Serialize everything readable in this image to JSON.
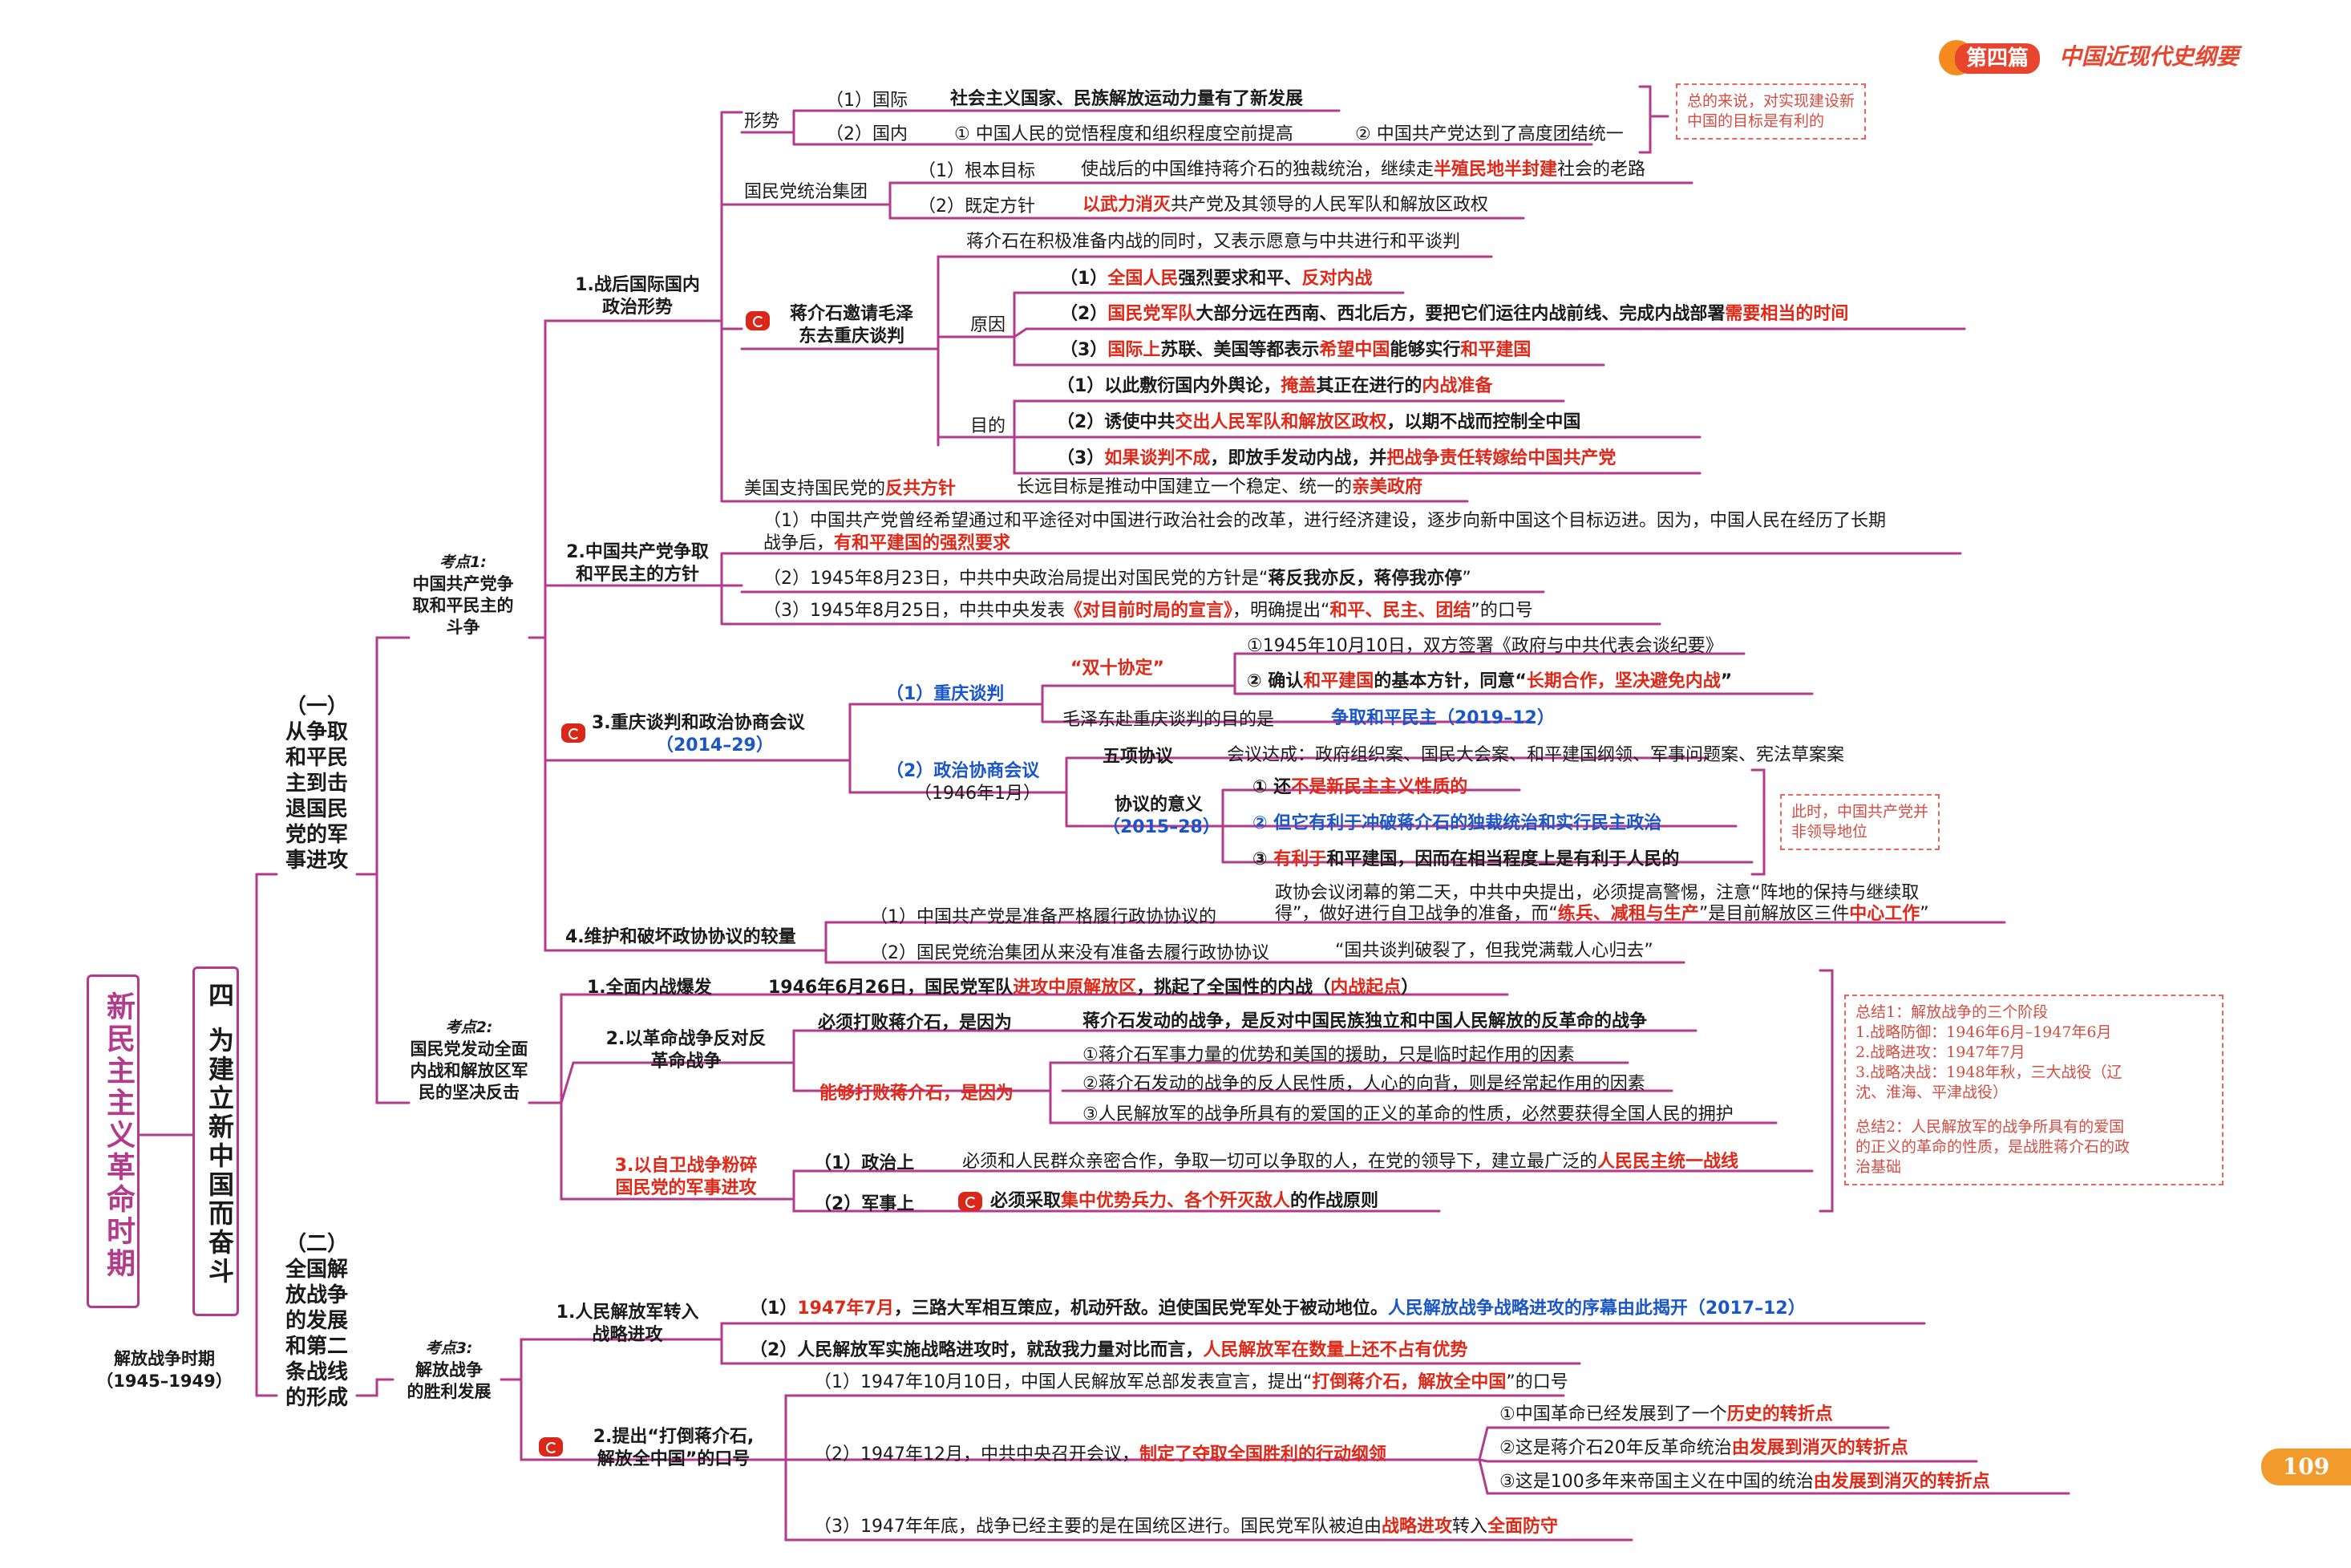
{
  "header": {
    "book_tag": "第四篇",
    "book_title": "中国近现代史纲要"
  },
  "page_number": "109",
  "colors": {
    "branch": "#b43a8c",
    "emphasis_red": "#e02818",
    "emphasis_blue": "#1a56c8",
    "note_border": "#e8665c",
    "accent_orange": "#f39a2c"
  },
  "root": {
    "title": "新民主主义革命时期"
  },
  "chapter": {
    "num": "四",
    "title": "为建立新中国而奋斗"
  },
  "period": {
    "line1": "解放战争时期",
    "line2": "（1945–1949）"
  },
  "sections": {
    "s1": "（一）从争取和平民主到击退国民党的军事进攻",
    "s2": "（二）全国解放战争的发展和第二条战线的形成"
  },
  "kaodian": {
    "k1": {
      "tag": "考点1:",
      "text": [
        "中国共产党争",
        "取和平民主的",
        "斗争"
      ]
    },
    "k2": {
      "tag": "考点2:",
      "text": [
        "国民党发动全面",
        "内战和解放区军",
        "民的坚决反击"
      ]
    },
    "k3": {
      "tag": "考点3:",
      "text": [
        "解放战争",
        "的胜利发展"
      ]
    }
  },
  "topics": {
    "t1": [
      "1.战后国际国内",
      "政治形势"
    ],
    "t2": [
      "2.中国共产党争取",
      "和平民主的方针"
    ],
    "t3": "3.重庆谈判和政治协商会议",
    "t3_year": "（2014–29）",
    "t4": "4.维护和破坏政协协议的较量",
    "t5": "1.全面内战爆发",
    "t6": [
      "2.以革命战争反对反",
      "革命战争"
    ],
    "t7": [
      "3.以自卫战争粉碎",
      "国民党的军事进攻"
    ],
    "t8": [
      "1.人民解放军转入",
      "战略进攻"
    ],
    "t9": [
      "2.提出“打倒蒋介石,",
      "解放全中国”的口号"
    ]
  },
  "items": {
    "xingshi": "形势",
    "guoji_label": "（1）国际",
    "guoji_text": "社会主义国家、民族解放运动力量有了新发展",
    "guonei_label": "（2）国内",
    "guonei_text1": "① 中国人民的觉悟程度和组织程度空前提高",
    "guonei_text2": "② 中国共产党达到了高度团结统一",
    "gmd_group": "国民党统治集团",
    "gmd1_label": "（1）根本目标",
    "gmd1_text": [
      {
        "t": "使战后的中国维持蒋介石的独裁统治，继续走"
      },
      {
        "t": "半殖民地半封建",
        "c": "red"
      },
      {
        "t": "社会的老路"
      }
    ],
    "gmd2_label": "（2）既定方针",
    "gmd2_text": [
      {
        "t": "以武力消灭",
        "c": "red"
      },
      {
        "t": "共产党及其领导的人民军队和解放区政权"
      }
    ],
    "invite": [
      "蒋介石邀请毛泽",
      "东去重庆谈判"
    ],
    "invite_intro": "蒋介石在积极准备内战的同时，又表示愿意与中共进行和平谈判",
    "yuanyin": "原因",
    "yy1": [
      {
        "t": "（1）"
      },
      {
        "t": "全国人民",
        "c": "red"
      },
      {
        "t": "强烈要求和平、"
      },
      {
        "t": "反对内战",
        "c": "red"
      }
    ],
    "yy2": [
      {
        "t": "（2）"
      },
      {
        "t": "国民党军队",
        "c": "red"
      },
      {
        "t": "大部分远在西南、西北后方，要把它们运往内战前线、完成内战部署"
      },
      {
        "t": "需要相当的时间",
        "c": "red"
      }
    ],
    "yy3": [
      {
        "t": "（3）"
      },
      {
        "t": "国际上",
        "c": "red"
      },
      {
        "t": "苏联、美国等都表示"
      },
      {
        "t": "希望中国",
        "c": "red"
      },
      {
        "t": "能够实行"
      },
      {
        "t": "和平建国",
        "c": "red"
      }
    ],
    "mudi": "目的",
    "md1": [
      {
        "t": "（1）以此敷衍国内外舆论，"
      },
      {
        "t": "掩盖",
        "c": "red"
      },
      {
        "t": "其正在进行的"
      },
      {
        "t": "内战准备",
        "c": "red"
      }
    ],
    "md2": [
      {
        "t": "（2）诱使中共"
      },
      {
        "t": "交出人民军队和解放区政权",
        "c": "red"
      },
      {
        "t": "，以期不战而控制全中国"
      }
    ],
    "md3": [
      {
        "t": "（3）"
      },
      {
        "t": "如果谈判不成",
        "c": "red"
      },
      {
        "t": "，即放手发动内战，并"
      },
      {
        "t": "把战争责任转嫁给中国共产党",
        "c": "red"
      }
    ],
    "us_support": [
      {
        "t": "美国支持国民党的"
      },
      {
        "t": "反共方针",
        "c": "red"
      }
    ],
    "us_goal": [
      {
        "t": "长远目标是推动中国建立一个稳定、统一的"
      },
      {
        "t": "亲美政府",
        "c": "red"
      }
    ],
    "ccp1_line1": "（1）中国共产党曾经希望通过和平途径对中国进行政治社会的改革，进行经济建设，逐步向新中国这个目标迈进。因为，中国人民在经历了长期",
    "ccp1_line2": [
      {
        "t": "战争后，"
      },
      {
        "t": "有和平建国的强烈要求",
        "c": "red"
      }
    ],
    "ccp2": [
      {
        "t": "（2）1945年8月23日，中共中央政治局提出对国民党的方针是“"
      },
      {
        "t": "蒋反我亦反，蒋停我亦停",
        "c": "bold"
      },
      {
        "t": "”"
      }
    ],
    "ccp3": [
      {
        "t": "（3）1945年8月25日，中共中央发表"
      },
      {
        "t": "《对目前时局的宣言》",
        "c": "red"
      },
      {
        "t": "，明确提出“"
      },
      {
        "t": "和平、民主、团结",
        "c": "red"
      },
      {
        "t": "”的口号"
      }
    ],
    "cq_label": "（1）重庆谈判",
    "sdxd": "“双十协定”",
    "sd1": "①1945年10月10日，双方签署《政府与中共代表会谈纪要》",
    "sd2": [
      {
        "t": "② 确认"
      },
      {
        "t": "和平建国",
        "c": "red"
      },
      {
        "t": "的基本方针，同意“"
      },
      {
        "t": "长期合作，坚决避免内战",
        "c": "red"
      },
      {
        "t": "”"
      }
    ],
    "mao_goal": "毛泽东赴重庆谈判的目的是",
    "mao_goal_val": "争取和平民主（2019–12）",
    "zx_label": "（2）政治协商会议",
    "zx_date": "（1946年1月）",
    "wuxiang": "五项协议",
    "wuxiang_text": "会议达成：政府组织案、国民大会案、和平建国纲领、军事问题案、宪法草案案",
    "yiyi_label": "协议的意义",
    "yiyi_year": "（2015–28）",
    "yy_a": [
      {
        "t": "① 还"
      },
      {
        "t": "不是新民主主义性质的",
        "c": "red"
      }
    ],
    "yy_b": "② 但它有利于冲破蒋介石的独裁统治和实行民主政治",
    "yy_c": [
      {
        "t": "③ "
      },
      {
        "t": "有利于",
        "c": "red"
      },
      {
        "t": "和平建国，因而在相当程度上是有利于人民的"
      }
    ],
    "wh1": "（1）中国共产党是准备严格履行政协协议的",
    "wh1_note1": "政协会议闭幕的第二天，中共中央提出，必须提高警惕，注意“阵地的保持与继续取",
    "wh1_note2": [
      {
        "t": "得”，做好进行自卫战争的准备，而“"
      },
      {
        "t": "练兵、减租与生产",
        "c": "red"
      },
      {
        "t": "”是目前解放区三件"
      },
      {
        "t": "中心工作",
        "c": "red"
      },
      {
        "t": "”"
      }
    ],
    "wh2": "（2）国民党统治集团从来没有准备去履行政协协议",
    "wh2_quote": "“国共谈判破裂了，但我党满载人心归去”",
    "neizhan": [
      {
        "t": "1946年6月26日，国民党军队"
      },
      {
        "t": "进攻中原解放区",
        "c": "red"
      },
      {
        "t": "，挑起了全国性的内战（"
      },
      {
        "t": "内战起点",
        "c": "red"
      },
      {
        "t": "）"
      }
    ],
    "must_win": "必须打败蒋介石，是因为",
    "must_win_text": "蒋介石发动的战争，是反对中国民族独立和中国人民解放的反革命的战争",
    "can_win": "能够打败蒋介石，是因为",
    "can1": "①蒋介石军事力量的优势和美国的援助，只是临时起作用的因素",
    "can2": "②蒋介石发动的战争的反人民性质，人心的向背，则是经常起作用的因素",
    "can3": "③人民解放军的战争所具有的爱国的正义的革命的性质，必然要获得全国人民的拥护",
    "zz_label": "（1）政治上",
    "zz_text": [
      {
        "t": "必须和人民群众亲密合作，争取一切可以争取的人，在党的领导下，建立最广泛的"
      },
      {
        "t": "人民民主统一战线",
        "c": "red"
      }
    ],
    "js_label": "（2）军事上",
    "js_text": [
      {
        "t": "必须采取"
      },
      {
        "t": "集中优势兵力、各个歼灭敌人",
        "c": "red"
      },
      {
        "t": "的作战原则"
      }
    ],
    "jg1": [
      {
        "t": "（1）"
      },
      {
        "t": "1947年7月",
        "c": "red"
      },
      {
        "t": "，三路大军相互策应，机动歼敌。迫使国民党军处于被动地位。"
      },
      {
        "t": "人民解放战争战略进攻的序幕由此揭开（2017–12）",
        "c": "blue"
      }
    ],
    "jg2": [
      {
        "t": "（2）人民解放军实施战略进攻时，就敌我力量对比而言，"
      },
      {
        "t": "人民解放军在数量上还不占有优势",
        "c": "red"
      }
    ],
    "kh1": [
      {
        "t": "（1）1947年10月10日，中国人民解放军总部发表宣言，提出“"
      },
      {
        "t": "打倒蒋介石，解放全中国",
        "c": "red"
      },
      {
        "t": "”的口号"
      }
    ],
    "kh2": [
      {
        "t": "（2）1947年12月，中共中央召开会议，"
      },
      {
        "t": "制定了夺取全国胜利的行动纲领",
        "c": "red"
      }
    ],
    "kh2_a": [
      {
        "t": "①中国革命已经发展到了一个"
      },
      {
        "t": "历史的转折点",
        "c": "red"
      }
    ],
    "kh2_b": [
      {
        "t": "②这是蒋介石20年反革命统治"
      },
      {
        "t": "由发展到消灭的转折点",
        "c": "red"
      }
    ],
    "kh2_c": [
      {
        "t": "③这是100多年来帝国主义在中国的统治"
      },
      {
        "t": "由发展到消灭的转折点",
        "c": "red"
      }
    ],
    "kh3": [
      {
        "t": "（3）1947年年底，战争已经主要的是在国统区进行。国民党军队被迫由"
      },
      {
        "t": "战略进攻",
        "c": "red"
      },
      {
        "t": "转入"
      },
      {
        "t": "全面防守",
        "c": "red"
      }
    ]
  },
  "notes": {
    "n1": [
      "总的来说，对实现建设新",
      "中国的目标是有利的"
    ],
    "n2": [
      "此时，中国共产党并",
      "非领导地位"
    ],
    "n3": [
      "总结1：解放战争的三个阶段",
      "1.战略防御：1946年6月–1947年6月",
      "2.战略进攻：1947年7月",
      "3.战略决战：1948年秋，三大战役（辽",
      "沈、淮海、平津战役）",
      "",
      "总结2：人民解放军的战争所具有的爱国",
      "的正义的革命的性质，是战胜蒋介石的政",
      "治基础"
    ]
  }
}
